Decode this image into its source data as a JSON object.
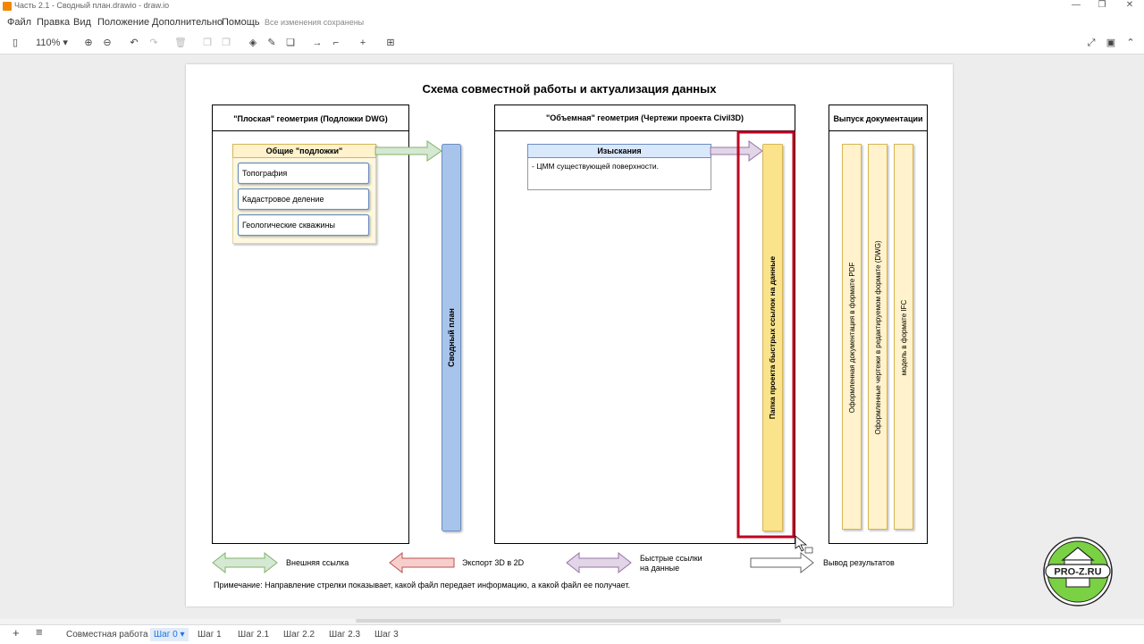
{
  "window": {
    "title": "Часть 2.1 - Сводный план.drawio - draw.io",
    "controls": [
      "—",
      "❐",
      "✕"
    ]
  },
  "menu": {
    "items": [
      "Файл",
      "Правка",
      "Вид",
      "Положение",
      "Дополнительно",
      "Помощь"
    ],
    "status": "Все изменения сохранены"
  },
  "toolbar": {
    "zoom": "110%"
  },
  "diagram": {
    "title": "Схема совместной работы и актуализация данных",
    "flat_header": "\"Плоская\" геометрия (Подложки DWG)",
    "volume_header": "\"Объемная\" геометрия (Чертежи проекта Civil3D)",
    "output_header": "Выпуск документации",
    "common_title": "Общие \"подложки\"",
    "common_items": [
      "Топография",
      "Кадастровое деление",
      "Геологические скважины"
    ],
    "survey_title": "Изыскания",
    "survey_text": "- ЦММ существующей поверхности.",
    "master_plan": "Сводный план",
    "folder_label": "Папка  проекта быстрых ссылок на данные",
    "output_items": [
      "Оформленная документация в формате PDF",
      "Оформленные чертежи в редактируемом формате (DWG)",
      "модель в формате IFC"
    ],
    "legend": {
      "external": "Внешняя ссылка",
      "export": "Экспорт 3D в 2D",
      "quick_line1": "Быстрые ссылки",
      "quick_line2": "на данные",
      "output": "Вывод результатов"
    },
    "note": "Примечание: Направление стрелки показывает, какой файл передает информацию, а какой файл ее получает.",
    "colors": {
      "blue_bar": "#a9c4eb",
      "yellow": "#fff2cc",
      "folder_yellow": "#fae38a",
      "green_arrow": "#d5e8d4",
      "red_arrow": "#f8cecc",
      "purple_arrow": "#e1d5e7",
      "highlight": "#c00020"
    }
  },
  "bottom": {
    "add": "+",
    "menu": "≡",
    "tabs": [
      "Совместная работа",
      "Шаг 0",
      "Шаг 1",
      "Шаг 2.1",
      "Шаг 2.2",
      "Шаг 2.3",
      "Шаг 3"
    ],
    "active_tab": "Шаг 0"
  },
  "badge": {
    "text": "PRO-Z.RU"
  }
}
